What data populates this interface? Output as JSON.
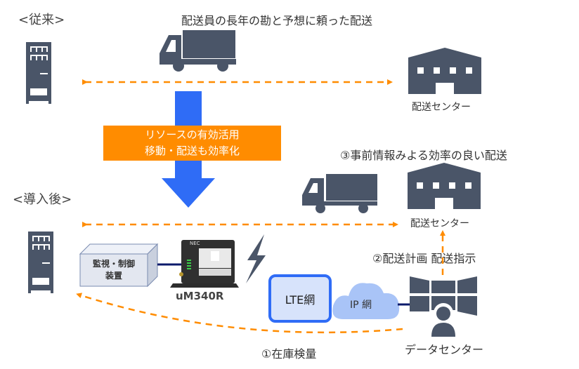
{
  "colors": {
    "icon": "#4a5568",
    "arrow_dashed": "#ff8c00",
    "big_arrow": "#2f6cf6",
    "banner": "#ff8c00",
    "lte_border": "#2f6cf6",
    "lte_fill": "#d7e3fb",
    "cloud": "#a9c4f7",
    "connector": "#0b1a6b"
  },
  "before": {
    "section_label": "<従来>",
    "heading": "配送員の長年の勘と予想に頼った配送",
    "delivery_center_label": "配送センター"
  },
  "transition": {
    "banner_line1": "リソースの有効活用",
    "banner_line2": "移動・配送も効率化"
  },
  "after": {
    "section_label": "<導入後>",
    "step3_label": "③事前情報みよる効率の良い配送",
    "delivery_center_label": "配送センター",
    "monitor_device_line1": "監視・制御",
    "monitor_device_line2": "装置",
    "router_model": "uM340R",
    "router_brand": "NEC",
    "lte_label": "LTE網",
    "ip_label": "IP 網",
    "step2_label": "②配送計画 配送指示",
    "datacenter_label": "データセンター",
    "step1_label": "①在庫検量"
  }
}
